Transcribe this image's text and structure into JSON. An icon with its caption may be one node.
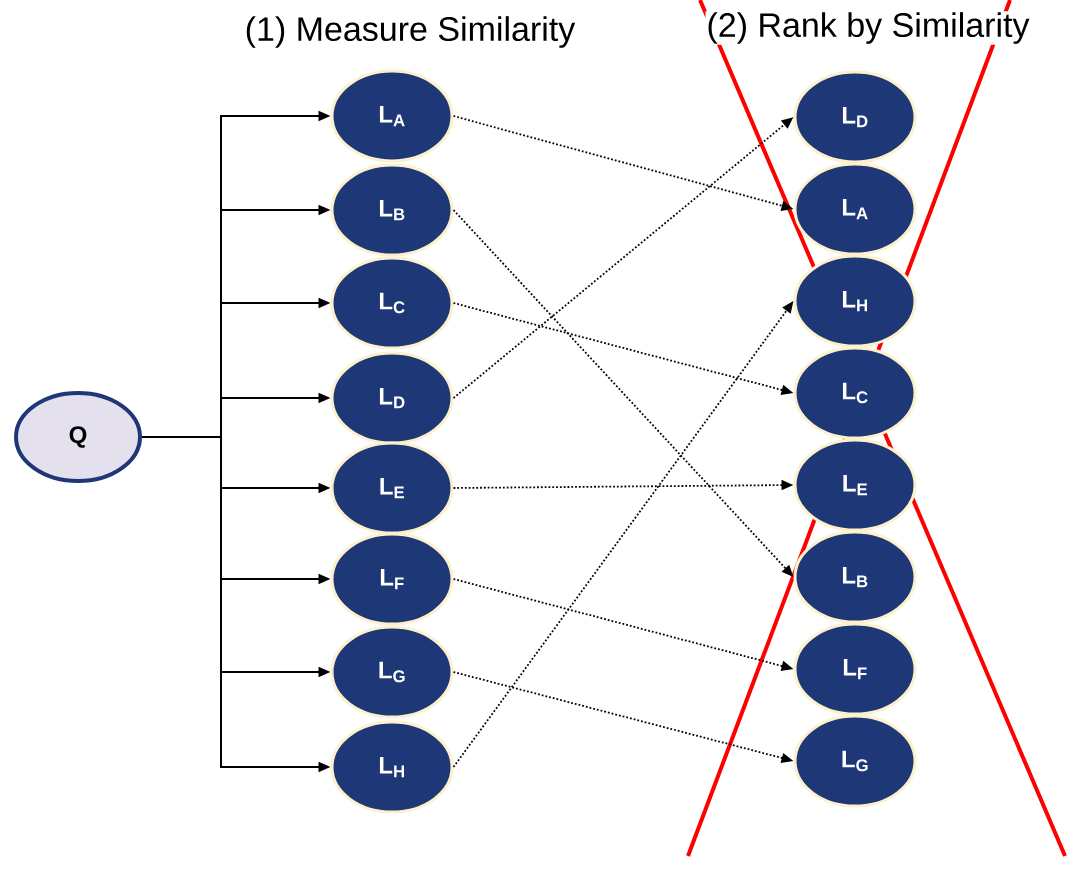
{
  "diagram": {
    "nodes": [
      {
        "text": [
          "Q"
        ]
      },
      {
        "text": [
          "L$_{A}$"
        ]
      },
      {
        "text": [
          "L$_{B}$"
        ]
      },
      {
        "text": [
          "L$_{C}$"
        ]
      },
      {
        "text": [
          "L$_{D}$"
        ]
      },
      {
        "text": [
          "L$_{E}$"
        ]
      },
      {
        "text": [
          "L$_{F}$"
        ]
      },
      {
        "text": [
          "L$_{G}$"
        ]
      },
      {
        "text": [
          "L$_{H}$"
        ]
      },
      {
        "text": [
          "L$_{D}$"
        ]
      },
      {
        "text": [
          "L$_{A}$"
        ]
      },
      {
        "text": [
          "L$_{H}$"
        ]
      },
      {
        "text": [
          "L$_{C}$"
        ]
      },
      {
        "text": [
          "L$_{E}$"
        ]
      },
      {
        "text": [
          "L$_{B}$"
        ]
      },
      {
        "text": [
          "L$_{F}$"
        ]
      },
      {
        "text": [
          "L$_{G}$"
        ]
      }
    ],
    "edges": [
      {
        "from": 0,
        "to": 1,
        "arrow": "to"
      },
      {
        "from": 0,
        "to": 2,
        "arrow": "to"
      },
      {
        "from": 0,
        "to": 3,
        "arrow": "to"
      },
      {
        "from": 0,
        "to": 4,
        "arrow": "to"
      },
      {
        "from": 0,
        "to": 5,
        "arrow": "to"
      },
      {
        "from": 0,
        "to": 6,
        "arrow": "to"
      },
      {
        "from": 0,
        "to": 7,
        "arrow": "to"
      },
      {
        "from": 0,
        "to": 8,
        "arrow": "to"
      },
      {
        "from": 1,
        "to": 10,
        "arrow": "to",
        "style": "dashed"
      },
      {
        "from": 2,
        "to": 14,
        "arrow": "to",
        "style": "dashed"
      },
      {
        "from": 3,
        "to": 12,
        "arrow": "to",
        "style": "dashed"
      },
      {
        "from": 4,
        "to": 9,
        "arrow": "to",
        "style": "dashed"
      },
      {
        "from": 5,
        "to": 13,
        "arrow": "to",
        "style": "dashed"
      },
      {
        "from": 6,
        "to": 15,
        "arrow": "to",
        "style": "dashed"
      },
      {
        "from": 7,
        "to": 16,
        "arrow": "to",
        "style": "dashed"
      },
      {
        "from": 8,
        "to": 11,
        "arrow": "to",
        "style": "dashed"
      }
    ],
    "labels": [
      "(1) Measure Similarity",
      "(2) Rank by Similarity"
    ]
  }
}
